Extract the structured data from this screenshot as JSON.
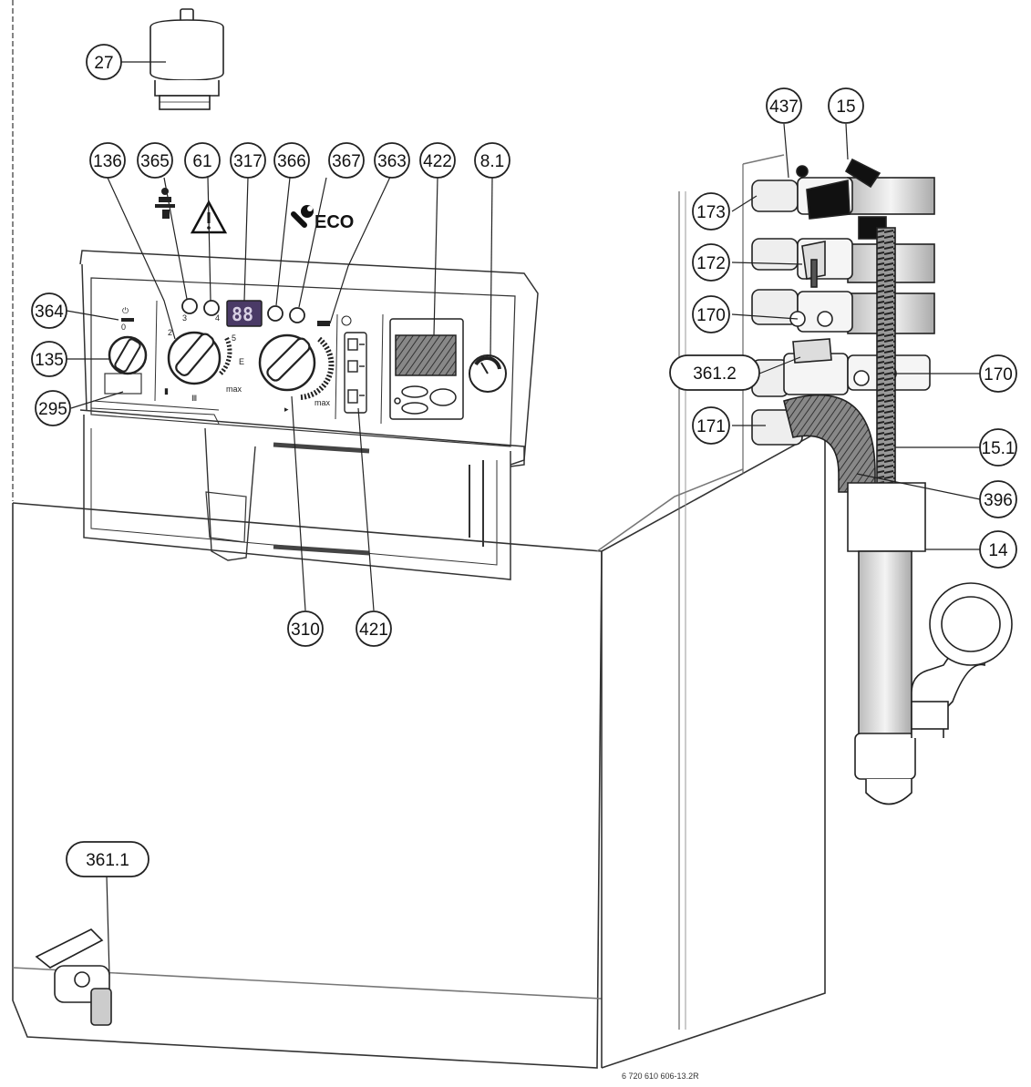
{
  "callouts": [
    {
      "id": "27",
      "label": "27"
    },
    {
      "id": "136",
      "label": "136"
    },
    {
      "id": "365",
      "label": "365"
    },
    {
      "id": "61",
      "label": "61"
    },
    {
      "id": "317",
      "label": "317"
    },
    {
      "id": "366",
      "label": "366"
    },
    {
      "id": "367",
      "label": "367"
    },
    {
      "id": "363",
      "label": "363"
    },
    {
      "id": "422",
      "label": "422"
    },
    {
      "id": "8_1",
      "label": "8.1"
    },
    {
      "id": "364",
      "label": "364"
    },
    {
      "id": "135",
      "label": "135"
    },
    {
      "id": "295",
      "label": "295"
    },
    {
      "id": "310",
      "label": "310"
    },
    {
      "id": "421",
      "label": "421"
    },
    {
      "id": "437",
      "label": "437"
    },
    {
      "id": "15",
      "label": "15"
    },
    {
      "id": "173",
      "label": "173"
    },
    {
      "id": "172",
      "label": "172"
    },
    {
      "id": "170a",
      "label": "170"
    },
    {
      "id": "361_2",
      "label": "361.2"
    },
    {
      "id": "170b",
      "label": "170"
    },
    {
      "id": "171",
      "label": "171"
    },
    {
      "id": "15_1",
      "label": "15.1"
    },
    {
      "id": "396",
      "label": "396"
    },
    {
      "id": "14",
      "label": "14"
    },
    {
      "id": "361_1",
      "label": "361.1"
    }
  ],
  "panel": {
    "eco_label": "ECO",
    "display_digits": "88",
    "dial_left_marks": [
      "2",
      "3",
      "4",
      "5",
      "E"
    ],
    "dial_left_max": "max",
    "dial_right_max": "max",
    "switch_mark": "0"
  },
  "figure_ref": "6 720 610 606-13.2R"
}
